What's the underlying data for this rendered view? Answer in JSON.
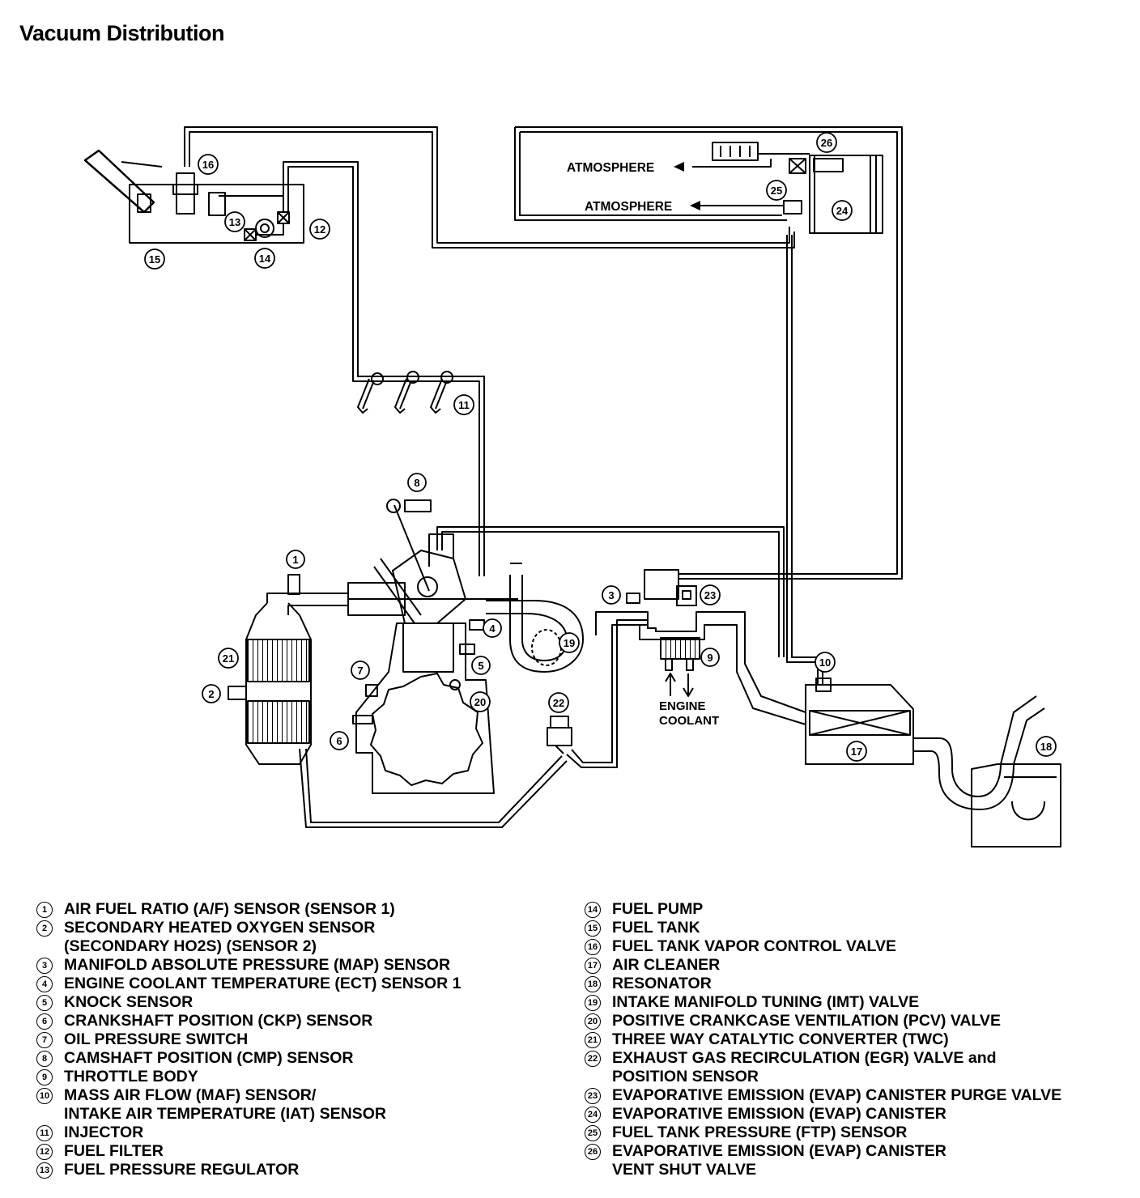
{
  "title": "Vacuum Distribution",
  "diagram": {
    "atmosphere_labels": [
      "ATMOSPHERE",
      "ATMOSPHERE"
    ],
    "engine_coolant_label": [
      "ENGINE",
      "COOLANT"
    ],
    "callouts": [
      "1",
      "2",
      "3",
      "4",
      "5",
      "6",
      "7",
      "8",
      "9",
      "10",
      "11",
      "12",
      "13",
      "14",
      "15",
      "16",
      "17",
      "18",
      "19",
      "20",
      "21",
      "22",
      "23",
      "24",
      "25",
      "26"
    ]
  },
  "legend": {
    "left": [
      {
        "num": "1",
        "lines": [
          "AIR FUEL RATIO (A/F) SENSOR (SENSOR 1)"
        ]
      },
      {
        "num": "2",
        "lines": [
          "SECONDARY HEATED OXYGEN SENSOR",
          "(SECONDARY HO2S) (SENSOR 2)"
        ]
      },
      {
        "num": "3",
        "lines": [
          "MANIFOLD ABSOLUTE PRESSURE (MAP) SENSOR"
        ]
      },
      {
        "num": "4",
        "lines": [
          "ENGINE COOLANT TEMPERATURE (ECT) SENSOR 1"
        ]
      },
      {
        "num": "5",
        "lines": [
          "KNOCK SENSOR"
        ]
      },
      {
        "num": "6",
        "lines": [
          "CRANKSHAFT POSITION (CKP) SENSOR"
        ]
      },
      {
        "num": "7",
        "lines": [
          "OIL PRESSURE SWITCH"
        ]
      },
      {
        "num": "8",
        "lines": [
          "CAMSHAFT POSITION (CMP) SENSOR"
        ]
      },
      {
        "num": "9",
        "lines": [
          "THROTTLE BODY"
        ]
      },
      {
        "num": "10",
        "lines": [
          "MASS AIR FLOW (MAF) SENSOR/",
          "INTAKE AIR TEMPERATURE (IAT) SENSOR"
        ]
      },
      {
        "num": "11",
        "lines": [
          "INJECTOR"
        ]
      },
      {
        "num": "12",
        "lines": [
          "FUEL FILTER"
        ]
      },
      {
        "num": "13",
        "lines": [
          "FUEL PRESSURE REGULATOR"
        ]
      }
    ],
    "right": [
      {
        "num": "14",
        "lines": [
          "FUEL PUMP"
        ]
      },
      {
        "num": "15",
        "lines": [
          "FUEL TANK"
        ]
      },
      {
        "num": "16",
        "lines": [
          "FUEL TANK VAPOR CONTROL VALVE"
        ]
      },
      {
        "num": "17",
        "lines": [
          "AIR CLEANER"
        ]
      },
      {
        "num": "18",
        "lines": [
          "RESONATOR"
        ]
      },
      {
        "num": "19",
        "lines": [
          "INTAKE MANIFOLD TUNING (IMT) VALVE"
        ]
      },
      {
        "num": "20",
        "lines": [
          "POSITIVE CRANKCASE VENTILATION (PCV) VALVE"
        ]
      },
      {
        "num": "21",
        "lines": [
          "THREE WAY CATALYTIC CONVERTER (TWC)"
        ]
      },
      {
        "num": "22",
        "lines": [
          "EXHAUST GAS RECIRCULATION (EGR) VALVE and",
          "POSITION SENSOR"
        ]
      },
      {
        "num": "23",
        "lines": [
          "EVAPORATIVE EMISSION (EVAP) CANISTER PURGE VALVE"
        ]
      },
      {
        "num": "24",
        "lines": [
          "EVAPORATIVE EMISSION (EVAP) CANISTER"
        ]
      },
      {
        "num": "25",
        "lines": [
          "FUEL TANK PRESSURE (FTP) SENSOR"
        ]
      },
      {
        "num": "26",
        "lines": [
          "EVAPORATIVE EMISSION (EVAP) CANISTER",
          "VENT SHUT VALVE"
        ]
      }
    ]
  }
}
